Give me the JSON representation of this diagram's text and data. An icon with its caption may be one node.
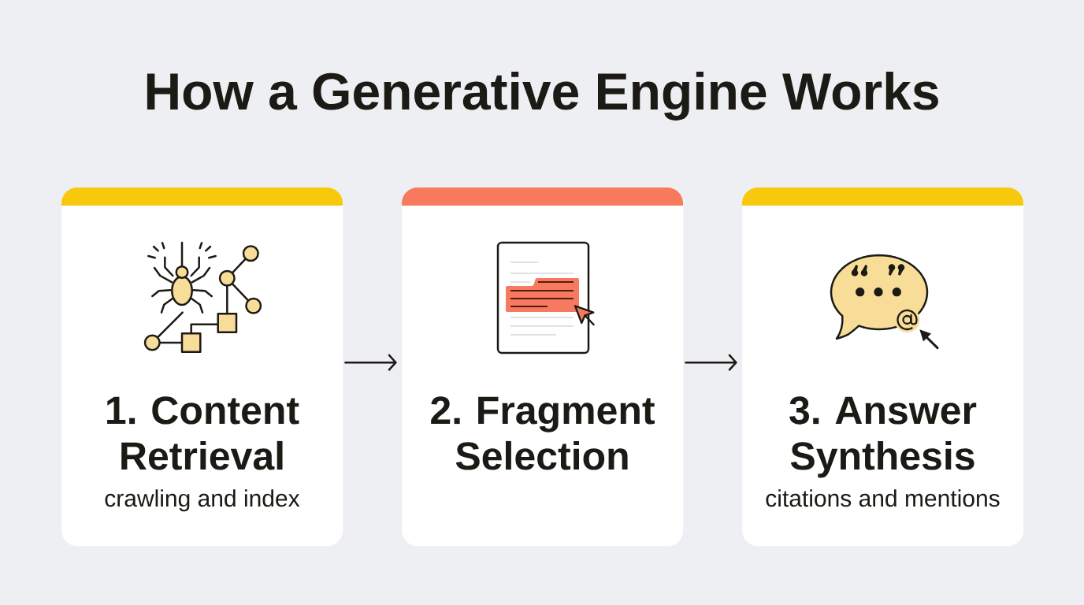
{
  "diagram": {
    "title": "How a Generative Engine Works",
    "nodes": [
      {
        "text": [
          "1. Content Retrieval",
          "crawling and index"
        ]
      },
      {
        "text": [
          "2. Fragment Selection"
        ]
      },
      {
        "text": [
          "3. Answer Synthesis",
          "citations and mentions"
        ]
      }
    ],
    "edges": [
      {
        "from": 0,
        "to": 1,
        "arrow": "to"
      },
      {
        "from": 1,
        "to": 2,
        "arrow": "to"
      }
    ]
  }
}
